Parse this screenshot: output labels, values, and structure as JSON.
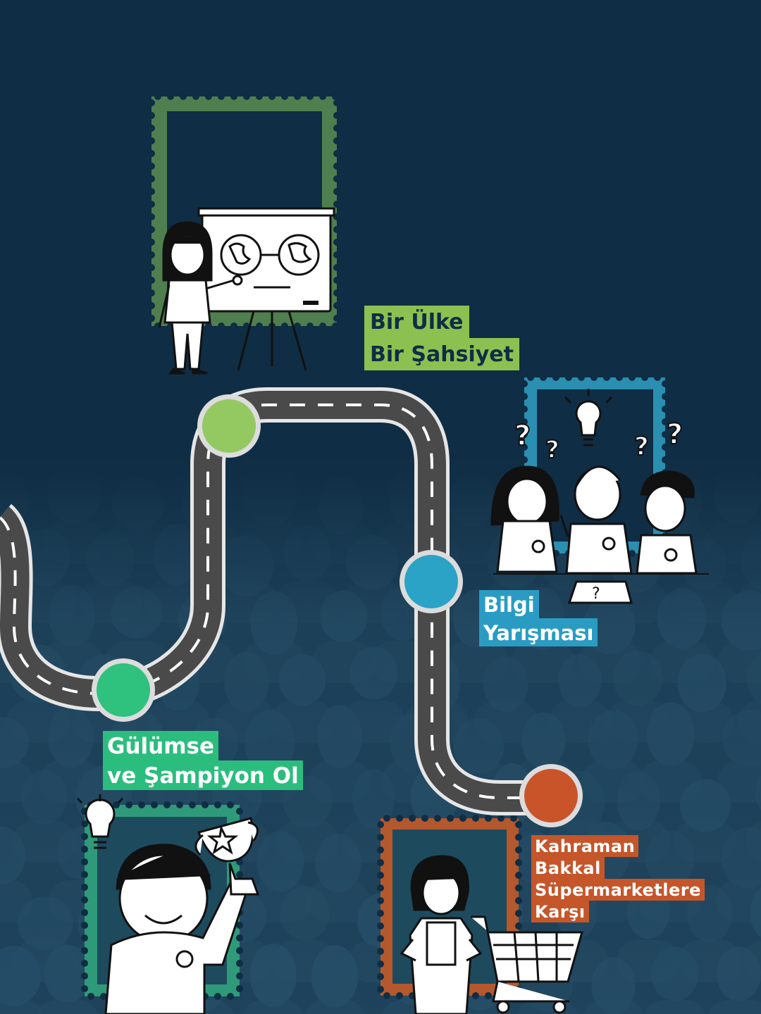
{
  "milestones": [
    {
      "id": "bir-ulke",
      "lines": [
        "Bir Ülke",
        "Bir Şahsiyet"
      ],
      "color": "#94c962",
      "label_bg": "#8cc152"
    },
    {
      "id": "bilgi",
      "lines": [
        "Bilgi",
        "Yarışması"
      ],
      "color": "#2aa3c6",
      "label_bg": "#2a9cc4"
    },
    {
      "id": "gulumse",
      "lines": [
        "Gülümse",
        "ve Şampiyon Ol"
      ],
      "color": "#2ec27e",
      "label_bg": "#2bbd7e"
    },
    {
      "id": "kahraman",
      "lines": [
        "Kahraman",
        "Bakkal",
        "Süpermarketlere",
        "Karşı"
      ],
      "color": "#c9542a",
      "label_bg": "#c5562a"
    }
  ],
  "colors": {
    "background": "#0f2d44",
    "road": "#4a4a4a",
    "road_edge": "#e8e8e8",
    "frame_green": "#4f7f4e",
    "frame_blue": "#2a8fb0",
    "frame_teal": "#2f9a79",
    "frame_orange": "#b4582d"
  },
  "icons": [
    "teacher-globe-board-icon",
    "quiz-kids-lightbulb-icon",
    "boy-trophy-icon",
    "shopkeeper-cart-icon"
  ]
}
